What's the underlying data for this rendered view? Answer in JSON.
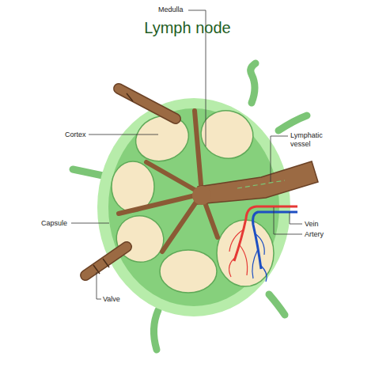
{
  "diagram": {
    "title": "Lymph node",
    "labels": [
      "Medulla",
      "Cortex",
      "Lymphatic vessel",
      "Capsule",
      "Vein",
      "Artery",
      "Valve"
    ]
  }
}
